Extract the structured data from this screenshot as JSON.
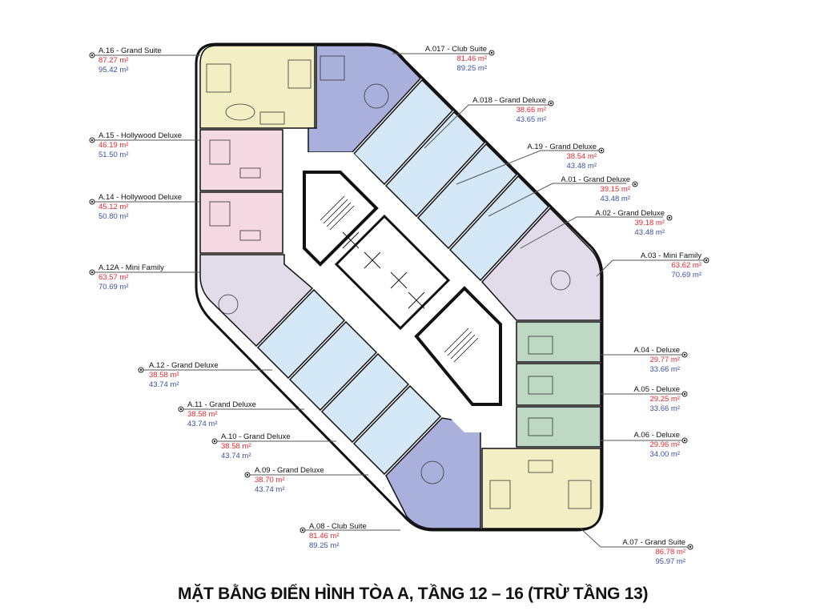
{
  "title": "MẶT BẰNG ĐIỂN HÌNH TÒA A, TẦNG 12 – 16 (TRỪ TẦNG 13)",
  "colors": {
    "net_area": "#e8282f",
    "gross_area": "#3a4fa0",
    "grand_suite": "#f3efc4",
    "club_suite": "#a9b0dc",
    "grand_deluxe": "#d5e8f7",
    "hollywood_deluxe": "#f4d9e2",
    "mini_family": "#e2dcea",
    "deluxe": "#bfd8c4",
    "wall": "#111111"
  },
  "units": [
    {
      "id": "a16",
      "name": "A.16 - Grand Suite",
      "net": "87.27 m²",
      "gross": "95.42 m²"
    },
    {
      "id": "a15",
      "name": "A.15 - Hollywood Deluxe",
      "net": "46.19 m²",
      "gross": "51.50 m²"
    },
    {
      "id": "a14",
      "name": "A.14 - Hollywood Deluxe",
      "net": "45.12 m²",
      "gross": "50.80 m²"
    },
    {
      "id": "a12a",
      "name": "A.12A - Mini Family",
      "net": "63.57 m²",
      "gross": "70.69 m²"
    },
    {
      "id": "a12",
      "name": "A.12 - Grand Deluxe",
      "net": "38.58 m²",
      "gross": "43.74 m²"
    },
    {
      "id": "a11",
      "name": "A.11 - Grand Deluxe",
      "net": "38.58 m²",
      "gross": "43.74 m²"
    },
    {
      "id": "a10",
      "name": "A.10 - Grand Deluxe",
      "net": "38.58 m²",
      "gross": "43.74 m²"
    },
    {
      "id": "a09",
      "name": "A.09 - Grand Deluxe",
      "net": "38.70 m²",
      "gross": "43.74 m²"
    },
    {
      "id": "a08",
      "name": "A.08 - Club Suite",
      "net": "81.46 m²",
      "gross": "89.25 m²"
    },
    {
      "id": "a017",
      "name": "A.017 - Club Suite",
      "net": "81.46 m²",
      "gross": "89.25 m²"
    },
    {
      "id": "a018",
      "name": "A.018 - Grand Deluxe",
      "net": "38.66 m²",
      "gross": "43.65 m²"
    },
    {
      "id": "a19",
      "name": "A.19 - Grand Deluxe",
      "net": "38.54 m²",
      "gross": "43.48 m²"
    },
    {
      "id": "a01",
      "name": "A.01 - Grand Deluxe",
      "net": "39.15 m²",
      "gross": "43.48 m²"
    },
    {
      "id": "a02",
      "name": "A.02 - Grand Deluxe",
      "net": "39.18 m²",
      "gross": "43.48 m²"
    },
    {
      "id": "a03",
      "name": "A.03 - Mini Family",
      "net": "63.62 m²",
      "gross": "70.69 m²"
    },
    {
      "id": "a04",
      "name": "A.04 - Deluxe",
      "net": "29.77 m²",
      "gross": "33.66 m²"
    },
    {
      "id": "a05",
      "name": "A.05 - Deluxe",
      "net": "29.25 m²",
      "gross": "33.66 m²"
    },
    {
      "id": "a06",
      "name": "A.06 - Deluxe",
      "net": "29.96 m²",
      "gross": "34.00 m²"
    },
    {
      "id": "a07",
      "name": "A.07 - Grand Suite",
      "net": "86.78 m²",
      "gross": "95.97 m²"
    }
  ]
}
